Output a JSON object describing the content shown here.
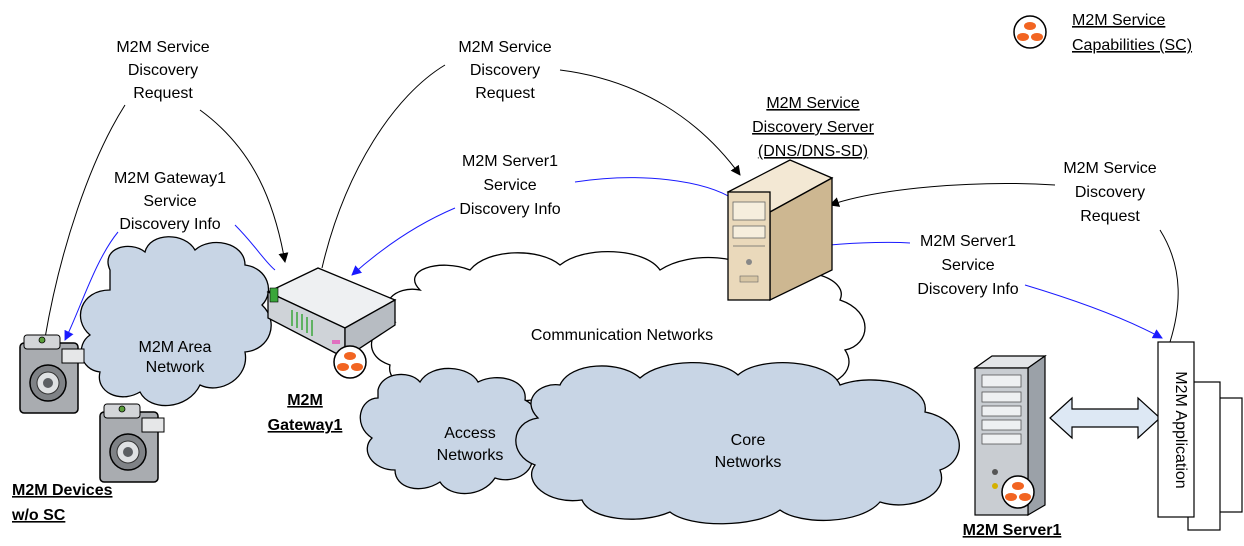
{
  "legend": {
    "line1": "M2M Service",
    "line2": "Capabilities (SC)"
  },
  "labels": {
    "req_left": [
      "M2M Service",
      "Discovery",
      "Request"
    ],
    "req_mid": [
      "M2M Service",
      "Discovery",
      "Request"
    ],
    "req_right": [
      "M2M Service",
      "Discovery",
      "Request"
    ],
    "gw_info": [
      "M2M Gateway1",
      "Service",
      "Discovery Info"
    ],
    "srv_info_mid": [
      "M2M Server1",
      "Service",
      "Discovery Info"
    ],
    "srv_info_right": [
      "M2M Server1",
      "Service",
      "Discovery Info"
    ],
    "discovery_server": [
      "M2M Service",
      "Discovery Server",
      "(DNS/DNS-SD)"
    ],
    "area_network": [
      "M2M Area",
      "Network"
    ],
    "comm_networks": "Communication Networks",
    "access_networks": [
      "Access",
      "Networks"
    ],
    "core_networks": [
      "Core",
      "Networks"
    ],
    "gateway": [
      "M2M",
      "Gateway1"
    ],
    "devices": [
      "M2M Devices",
      "w/o SC"
    ],
    "server": "M2M Server1",
    "application": "M2M Application"
  },
  "colors": {
    "cloud_fill": "#c8d5e5",
    "arrow_blue": "#1a1aff",
    "sc_orange": "#f26522",
    "server_tan": "#ead9bb"
  },
  "icons": [
    "sc-icon",
    "camera-icon",
    "gateway-icon",
    "server-icon",
    "discovery-server-icon"
  ]
}
